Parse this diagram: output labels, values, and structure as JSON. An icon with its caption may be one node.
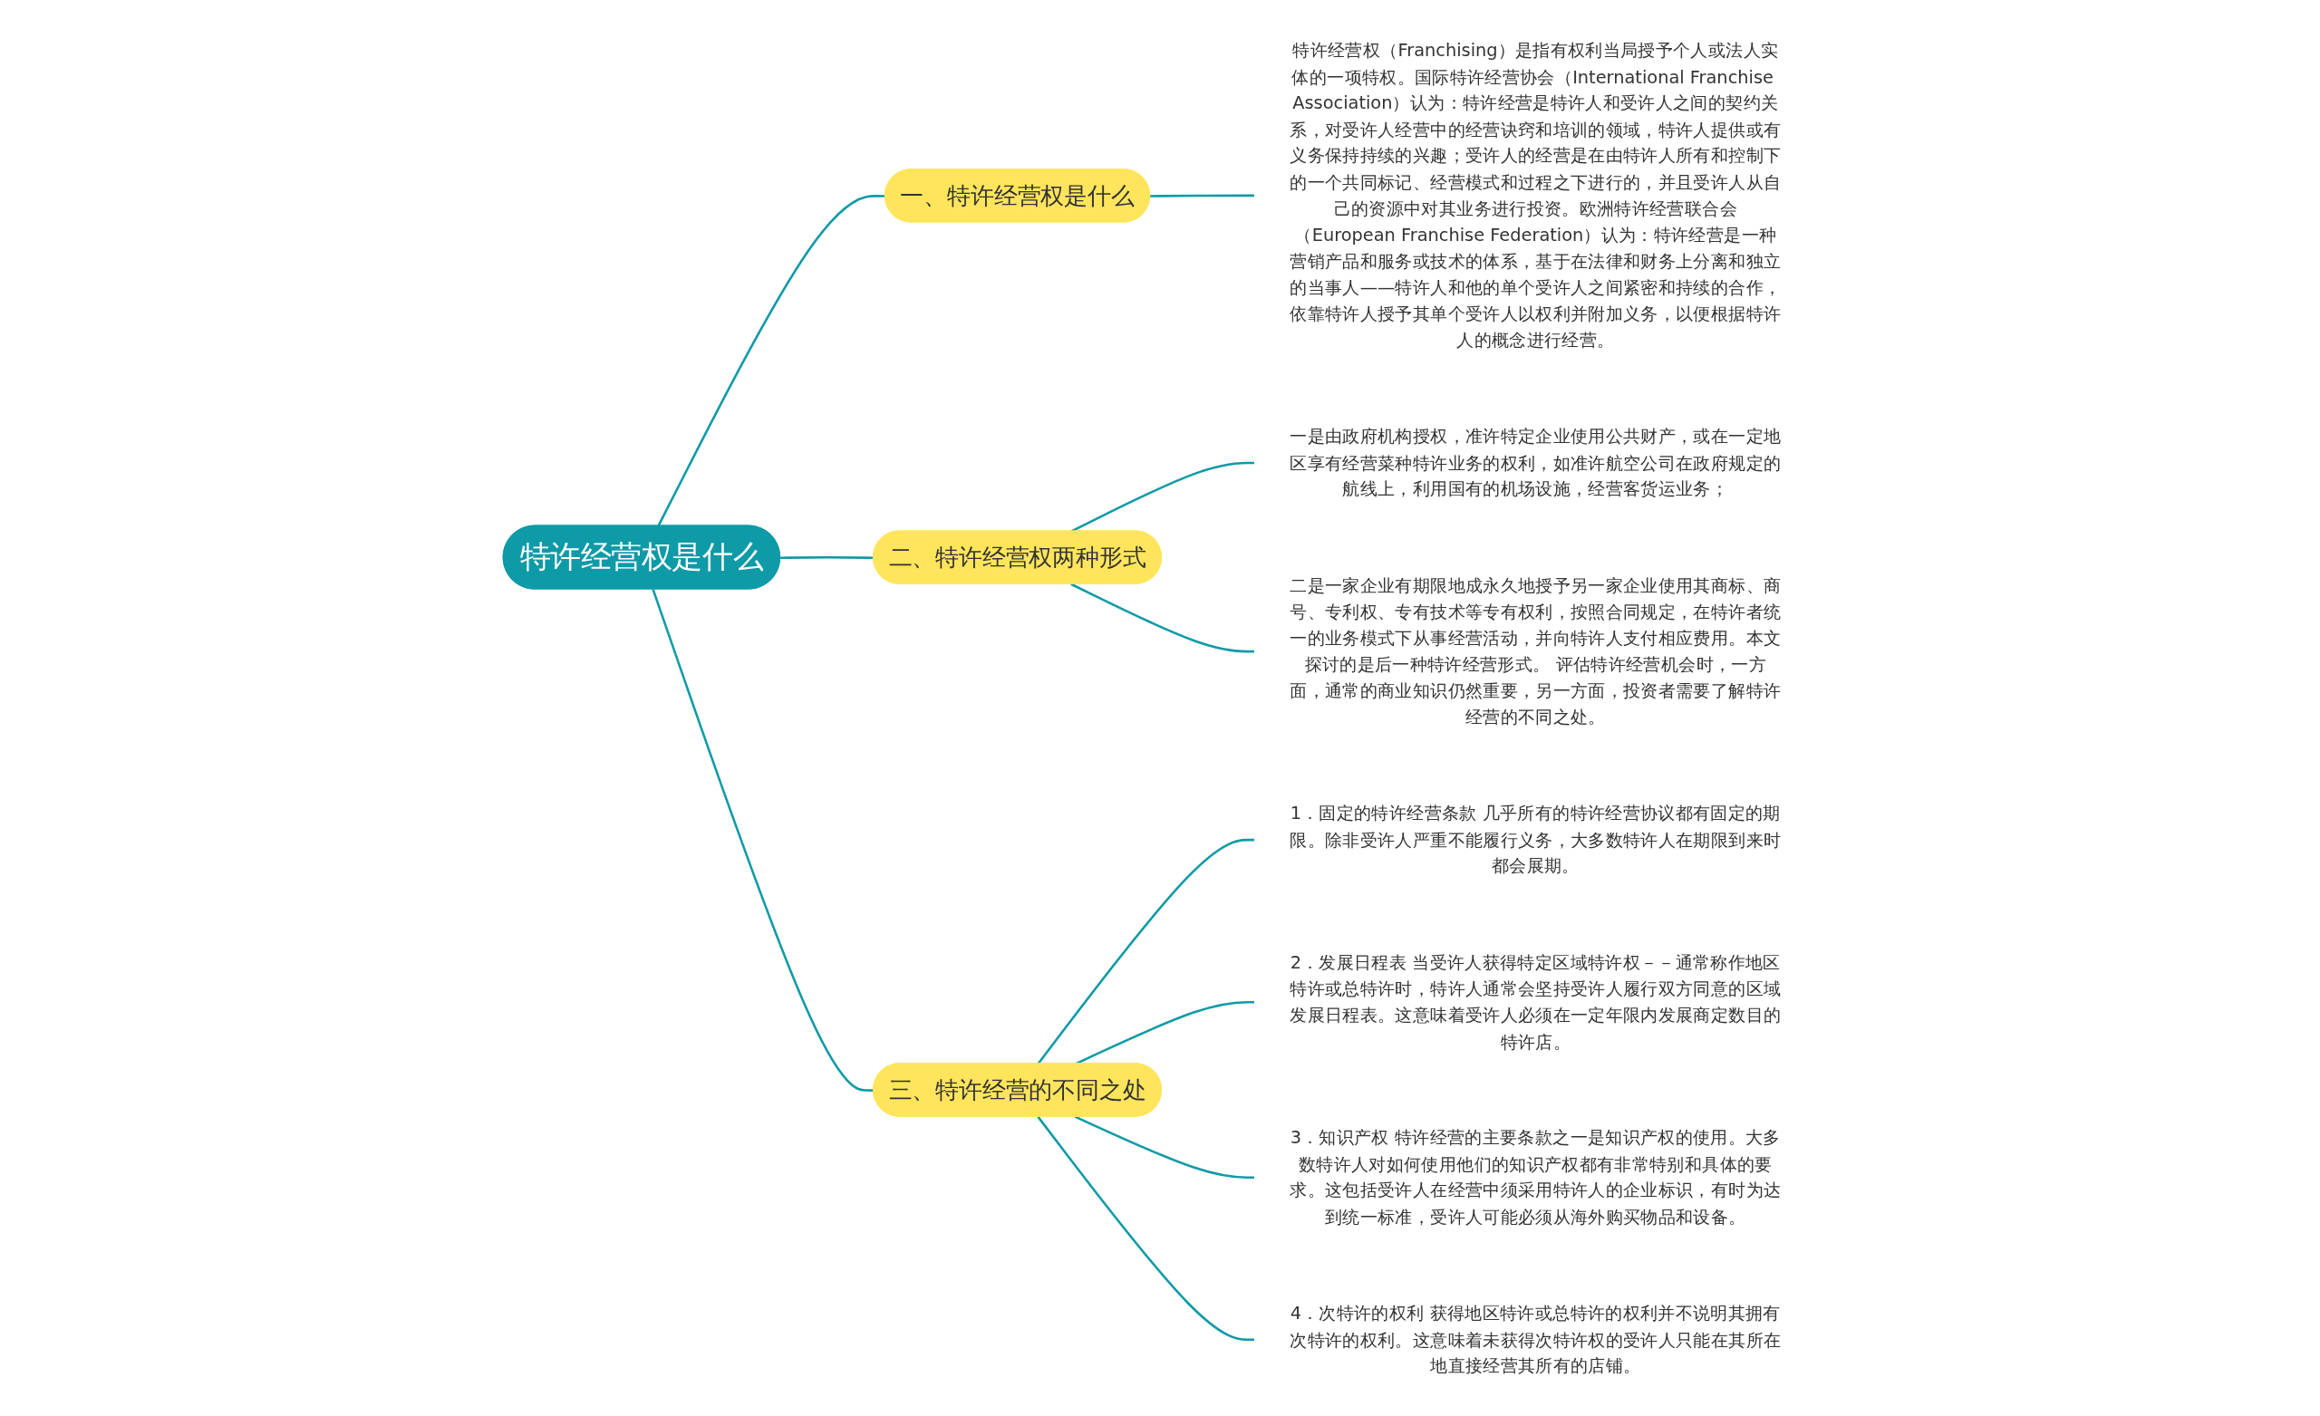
{
  "diagram": {
    "nodes": [
      {
        "text": [
          "特许经营权是什么"
        ]
      },
      {
        "text": [
          "一、特许经营权是什么"
        ]
      },
      {
        "text": [
          "特许经营权（Franchising）是指有权利当局授予个人或法人实体的一项特权。国际特许经营协会（International Franchise Association）认为：特许经营是特许人和受许人之间的契约关系，对受许人经营中的经营诀窍和培训的领域，特许人提供或有义务保持持续的兴趣；受许人的经营是在由特许人所有和控制下的一个共同标记、经营模式和过程之下进行的，并且受许人从自己的资源中对其业务进行投资。欧洲特许经营联合会（European Franchise Federation）认为：特许经营是一种营销产品和服务或技术的体系，基于在法律和财务上分离和独立的当事人——特许人和他的单个受许人之间紧密和持续的合作，依靠特许人授予其单个受许人以权利并附加义务，以便根据特许人的概念进行经营。"
        ]
      },
      {
        "text": [
          "二、特许经营权两种形式"
        ]
      },
      {
        "text": [
          "一是由政府机构授权，准许特定企业使用公共财产，或在一定地区享有经营菜种特许业务的权利，如准许航空公司在政府规定的航线上，利用国有的机场设施，经营客货运业务；"
        ]
      },
      {
        "text": [
          "二是一家企业有期限地成永久地授予另一家企业使用其商标、商号、专利权、专有技术等专有权利，按照合同规定，在特许者统一的业务模式下从事经营活动，并向特许人支付相应费用。本文探讨的是后一种特许经营形式。 评估特许经营机会时，一方面，通常的商业知识仍然重要，另一方面，投资者需要了解特许经营的不同之处。"
        ]
      },
      {
        "text": [
          "三、特许经营的不同之处"
        ]
      },
      {
        "text": [
          "1．固定的特许经营条款 几乎所有的特许经营协议都有固定的期限。除非受许人严重不能履行义务，大多数特许人在期限到来时都会展期。"
        ]
      },
      {
        "text": [
          "2．发展日程表 当受许人获得特定区域特许权－－通常称作地区特许或总特许时，特许人通常会坚持受许人履行双方同意的区域发展日程表。这意味着受许人必须在一定年限内发展商定数目的特许店。"
        ]
      },
      {
        "text": [
          "3．知识产权 特许经营的主要条款之一是知识产权的使用。大多数特许人对如何使用他们的知识产权都有非常特别和具体的要求。这包括受许人在经营中须采用特许人的企业标识，有时为达到统一标准，受许人可能必须从海外购买物品和设备。"
        ]
      },
      {
        "text": [
          "4．次特许的权利 获得地区特许或总特许的权利并不说明其拥有次特许的权利。这意味着未获得次特许权的受许人只能在其所在地直接经营其所有的店铺。"
        ]
      }
    ],
    "edges": [
      {
        "from": 0,
        "to": 1,
        "arrow": "none"
      },
      {
        "from": 1,
        "to": 2,
        "arrow": "none"
      },
      {
        "from": 0,
        "to": 3,
        "arrow": "none"
      },
      {
        "from": 3,
        "to": 4,
        "arrow": "none"
      },
      {
        "from": 3,
        "to": 5,
        "arrow": "none"
      },
      {
        "from": 0,
        "to": 6,
        "arrow": "none"
      },
      {
        "from": 6,
        "to": 7,
        "arrow": "none"
      },
      {
        "from": 6,
        "to": 8,
        "arrow": "none"
      },
      {
        "from": 6,
        "to": 9,
        "arrow": "none"
      },
      {
        "from": 6,
        "to": 10,
        "arrow": "none"
      }
    ]
  }
}
